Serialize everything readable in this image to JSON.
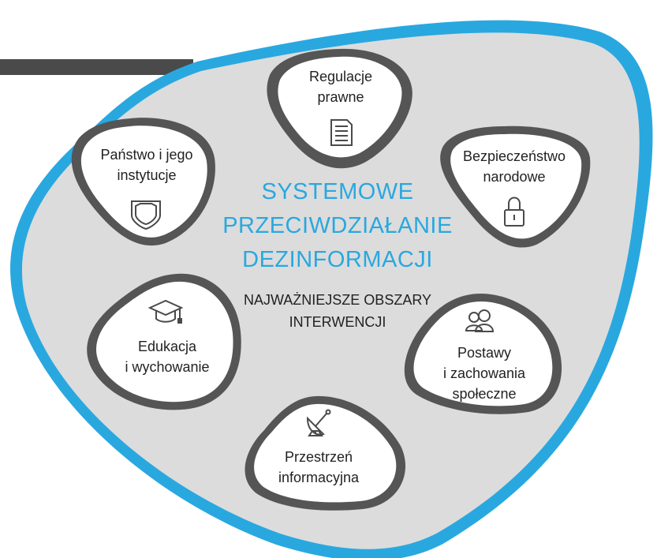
{
  "colors": {
    "accent": "#29a8e0",
    "dark": "#4a4a4a",
    "fill": "#dcdcdc",
    "card": "#ffffff"
  },
  "center": {
    "title_lines": [
      "SYSTEMOWE",
      "PRZECIWDZIAŁANIE",
      "DEZINFORMACJI"
    ],
    "subtitle_lines": [
      "NAJWAŻNIEJSZE OBSZARY",
      "INTERWENCJI"
    ]
  },
  "areas": [
    {
      "id": "regulacje",
      "lines": [
        "Regulacje",
        "prawne"
      ],
      "icon": "document-icon"
    },
    {
      "id": "bezpieczenstwo",
      "lines": [
        "Bezpieczeństwo",
        "narodowe"
      ],
      "icon": "lock-icon"
    },
    {
      "id": "postawy",
      "lines": [
        "Postawy",
        "i zachowania",
        "społeczne"
      ],
      "icon": "people-icon"
    },
    {
      "id": "przestrzen",
      "lines": [
        "Przestrzeń",
        "informacyjna"
      ],
      "icon": "satellite-dish-icon"
    },
    {
      "id": "edukacja",
      "lines": [
        "Edukacja",
        "i wychowanie"
      ],
      "icon": "graduation-cap-icon"
    },
    {
      "id": "panstwo",
      "lines": [
        "Państwo i jego",
        "instytucje"
      ],
      "icon": "shield-icon"
    }
  ]
}
